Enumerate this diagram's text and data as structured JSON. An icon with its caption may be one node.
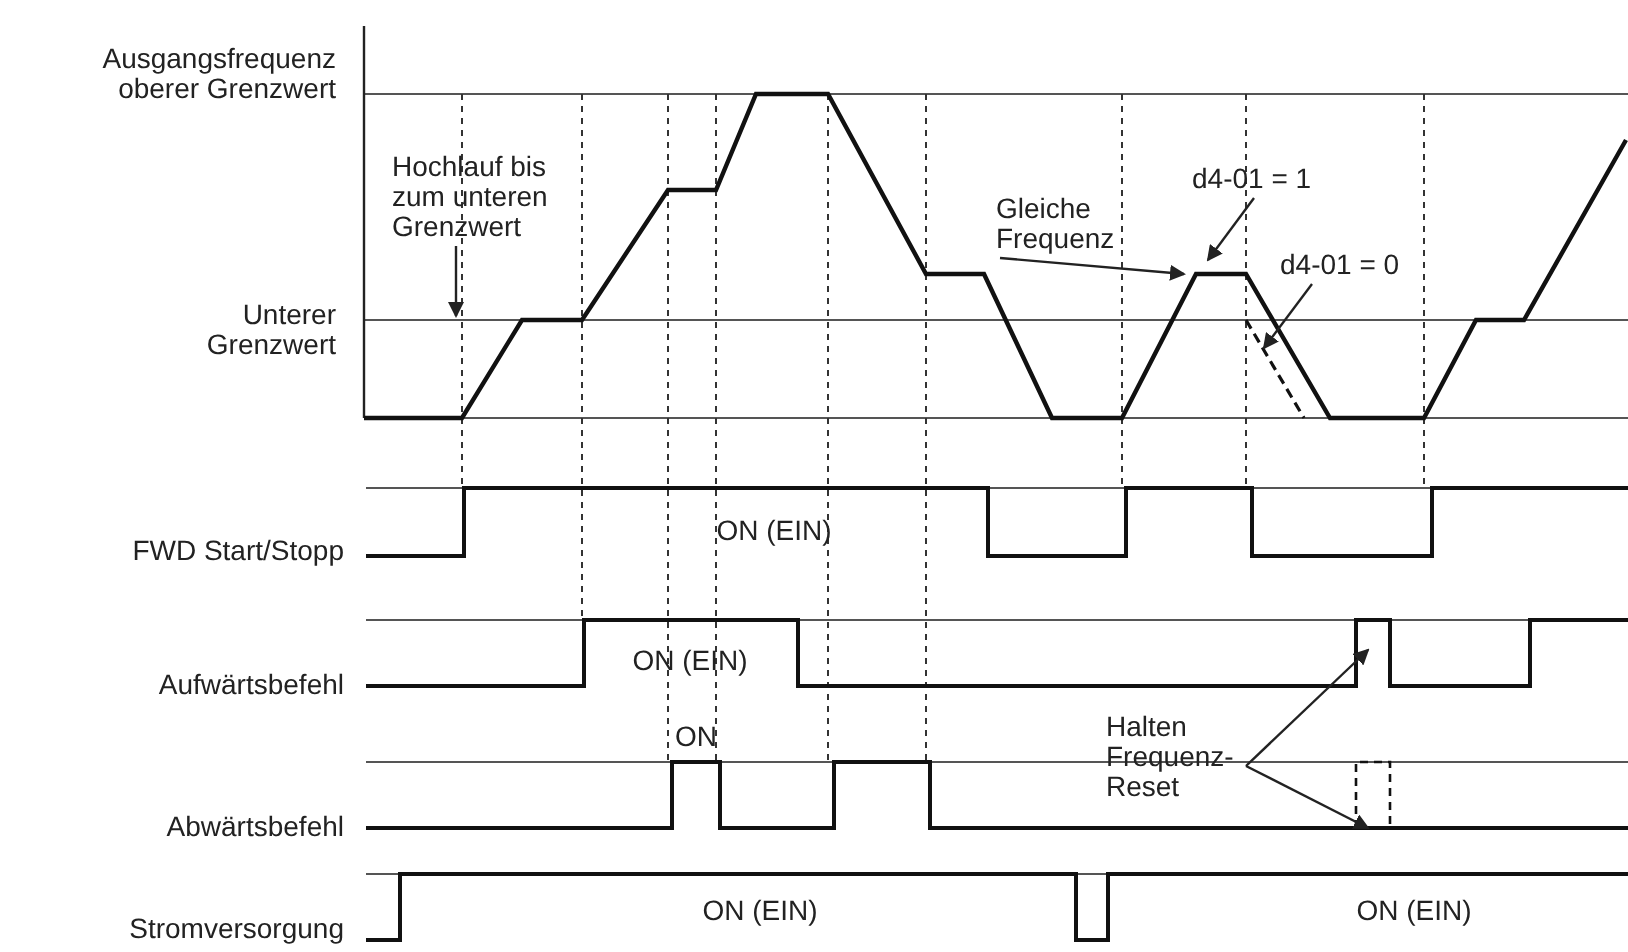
{
  "diagram": {
    "nodes": [
      {
        "text": [
          "Hochlauf bis zum unteren Grenzwert"
        ]
      },
      {
        "text": [
          "Gleiche Frequenz"
        ]
      },
      {
        "text": [
          "d4-01 = 1"
        ]
      },
      {
        "text": [
          "d4-01 = 0"
        ]
      },
      {
        "text": [
          "Halten Frequenz-Reset"
        ]
      }
    ],
    "edges": [
      {
        "from": 0,
        "to": null,
        "arrow": "to"
      },
      {
        "from": 1,
        "to": null,
        "arrow": "to"
      },
      {
        "from": 2,
        "to": null,
        "arrow": "to"
      },
      {
        "from": 3,
        "to": null,
        "arrow": "to"
      },
      {
        "from": 4,
        "to": null,
        "arrow": "to"
      },
      {
        "from": 4,
        "to": null,
        "arrow": "to"
      }
    ],
    "labels": [
      "Ausgangsfrequenz oberer Grenzwert",
      "Unterer Grenzwert",
      "ON (EIN)",
      "FWD Start/Stopp",
      "ON (EIN)",
      "Aufwärtsbefehl",
      "ON",
      "Abwärtsbefehl",
      "ON (EIN)",
      "ON (EIN)",
      "Stromversorgung"
    ]
  }
}
